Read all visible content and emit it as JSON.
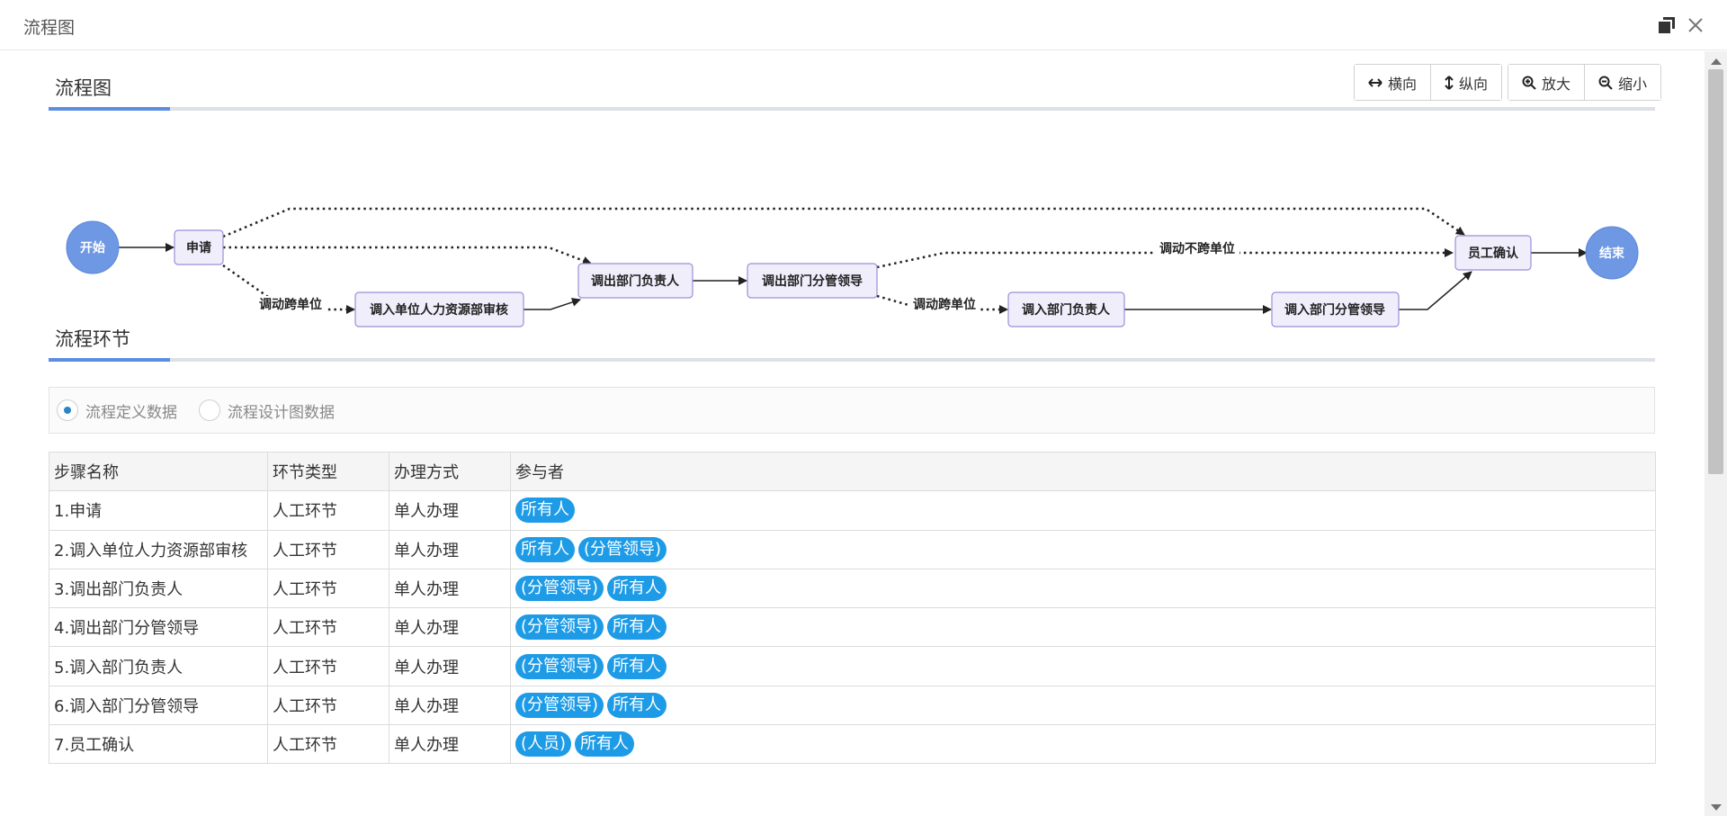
{
  "window": {
    "title": "流程图"
  },
  "toolbar": {
    "horizontal_label": "横向",
    "vertical_label": "纵向",
    "zoom_in_label": "放大",
    "zoom_out_label": "缩小"
  },
  "sections": {
    "flow_chart_title": "流程图",
    "steps_title": "流程环节"
  },
  "flow": {
    "start": "开始",
    "end": "结束",
    "nodes": {
      "apply": "申请",
      "hr_review": "调入单位人力资源部审核",
      "out_head": "调出部门负责人",
      "out_leader": "调出部门分管领导",
      "in_head": "调入部门负责人",
      "in_leader": "调入部门分管领导",
      "confirm": "员工确认"
    },
    "edge_labels": {
      "cross_unit_1": "调动跨单位",
      "cross_unit_2": "调动跨单位",
      "same_unit": "调动不跨单位"
    }
  },
  "radio": {
    "options": [
      "流程定义数据",
      "流程设计图数据"
    ],
    "selected": "流程定义数据"
  },
  "table": {
    "headers": [
      "步骤名称",
      "环节类型",
      "办理方式",
      "参与者"
    ],
    "rows": [
      {
        "name": "1.申请",
        "type": "人工环节",
        "mode": "单人办理",
        "participants": [
          "所有人"
        ]
      },
      {
        "name": "2.调入单位人力资源部审核",
        "type": "人工环节",
        "mode": "单人办理",
        "participants": [
          "所有人",
          "(分管领导)"
        ]
      },
      {
        "name": "3.调出部门负责人",
        "type": "人工环节",
        "mode": "单人办理",
        "participants": [
          "(分管领导)",
          "所有人"
        ]
      },
      {
        "name": "4.调出部门分管领导",
        "type": "人工环节",
        "mode": "单人办理",
        "participants": [
          "(分管领导)",
          "所有人"
        ]
      },
      {
        "name": "5.调入部门负责人",
        "type": "人工环节",
        "mode": "单人办理",
        "participants": [
          "(分管领导)",
          "所有人"
        ]
      },
      {
        "name": "6.调入部门分管领导",
        "type": "人工环节",
        "mode": "单人办理",
        "participants": [
          "(分管领导)",
          "所有人"
        ]
      },
      {
        "name": "7.员工确认",
        "type": "人工环节",
        "mode": "单人办理",
        "participants": [
          "(人员)",
          "所有人"
        ]
      }
    ]
  },
  "colors": {
    "accent": "#5b8de0",
    "tag": "#1e9be6",
    "node_fill": "#f1eefc",
    "node_stroke": "#9a8fd6",
    "circle_fill": "#6e98e3"
  }
}
